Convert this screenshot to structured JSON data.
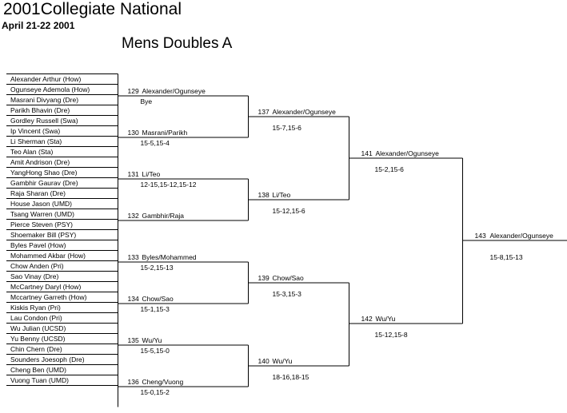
{
  "header": {
    "title": "2001Collegiate National",
    "date": "April 21-22 2001",
    "event": "Mens Doubles A"
  },
  "players": [
    "Alexander Arthur (How)",
    "Ogunseye Ademola (How)",
    "Masrani Divyang (Dre)",
    "Parikh Bhavin (Dre)",
    "Gordley Russell (Swa)",
    "Ip Vincent (Swa)",
    "Li Sherman (Sta)",
    "Teo Alan (Sta)",
    "Amit Andrison  (Dre)",
    "YangHong Shao (Dre)",
    "Gambhir Gaurav (Dre)",
    "Raja Sharan (Dre)",
    "House Jason (UMD)",
    "Tsang Warren (UMD)",
    "Pierce Steven (PSY)",
    "Shoemaker Bill (PSY)",
    "Byles Pavel (How)",
    "Mohammed Akbar (How)",
    "Chow Anden (Pri)",
    "Sao Vinay (Dre)",
    "McCartney Daryl (How)",
    "Mccartney Garreth (How)",
    "Kiskis Ryan (Pri)",
    "Lau Condon (Pri)",
    "Wu Julian (UCSD)",
    "Yu Benny (UCSD)",
    "Chin Chern (Dre)",
    "Sounders Joesoph (Dre)",
    "Cheng Ben (UMD)",
    "Vuong Tuan (UMD)"
  ],
  "round1": [
    {
      "match": "129",
      "winner": "Alexander/Ogunseye",
      "score": "Bye"
    },
    {
      "match": "130",
      "winner": "Masrani/Parikh",
      "score": "15-5,15-4"
    },
    {
      "match": "131",
      "winner": "Li/Teo",
      "score": "12-15,15-12,15-12"
    },
    {
      "match": "132",
      "winner": "Gambhir/Raja",
      "score": ""
    },
    {
      "match": "133",
      "winner": "Byles/Mohammed",
      "score": "15-2,15-13"
    },
    {
      "match": "134",
      "winner": "Chow/Sao",
      "score": "15-1,15-3"
    },
    {
      "match": "135",
      "winner": "Wu/Yu",
      "score": "15-5,15-0"
    },
    {
      "match": "136",
      "winner": "Cheng/Vuong",
      "score": "15-0,15-2"
    }
  ],
  "round2": [
    {
      "match": "137",
      "winner": "Alexander/Ogunseye",
      "score": "15-7,15-6"
    },
    {
      "match": "138",
      "winner": "Li/Teo",
      "score": "15-12,15-6"
    },
    {
      "match": "139",
      "winner": "Chow/Sao",
      "score": "15-3,15-3"
    },
    {
      "match": "140",
      "winner": "Wu/Yu",
      "score": "18-16,18-15"
    }
  ],
  "round3": [
    {
      "match": "141",
      "winner": "Alexander/Ogunseye",
      "score": "15-2,15-6"
    },
    {
      "match": "142",
      "winner": "Wu/Yu",
      "score": "15-12,15-8"
    }
  ],
  "final": {
    "match": "143",
    "winner": "Alexander/Ogunseye",
    "score": "15-8,15-13"
  }
}
